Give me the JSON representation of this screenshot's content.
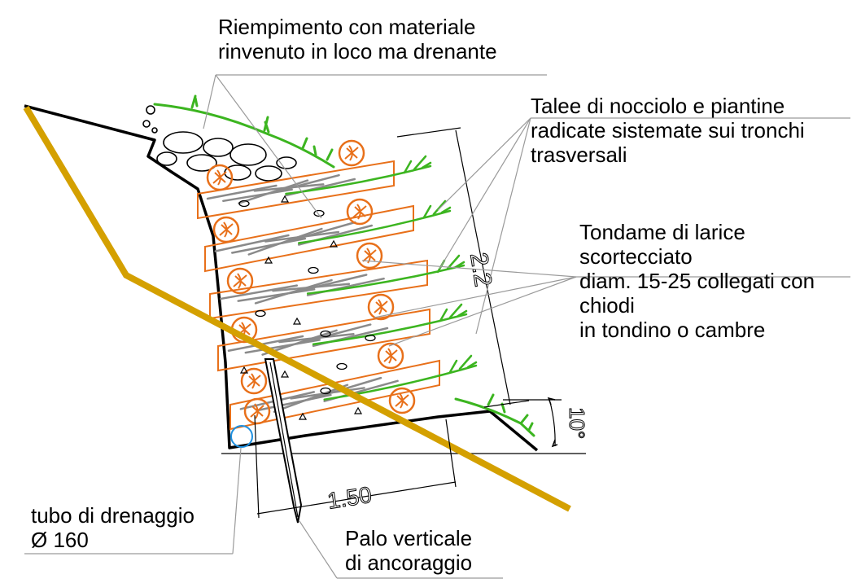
{
  "labels": {
    "fill": {
      "lines": [
        "Riempimento con materiale",
        "rinvenuto in loco ma drenante"
      ]
    },
    "cuttings": {
      "lines": [
        "Talee di nocciolo e piantine",
        "radicate sistemate sui tronchi",
        "trasversali"
      ]
    },
    "logs": {
      "lines": [
        "Tondame di larice",
        "scortecciato",
        "diam. 15-25 collegati con",
        "chiodi",
        "in tondino o cambre"
      ]
    },
    "drain": {
      "lines": [
        "tubo di drenaggio",
        "Ø 160"
      ]
    },
    "post": {
      "lines": [
        "Palo verticale",
        "di ancoraggio"
      ]
    }
  },
  "dimensions": {
    "height": "2.2",
    "width": "1.50",
    "angle": "10°"
  },
  "colors": {
    "soil_line": "#000000",
    "slope_line": "#D4A000",
    "log": "#E8701A",
    "plant": "#3CB520",
    "branch": "#8A8A8A",
    "drain_pipe": "#1E90E0",
    "leader": "#9A9A9A",
    "dimension": "#000000"
  }
}
